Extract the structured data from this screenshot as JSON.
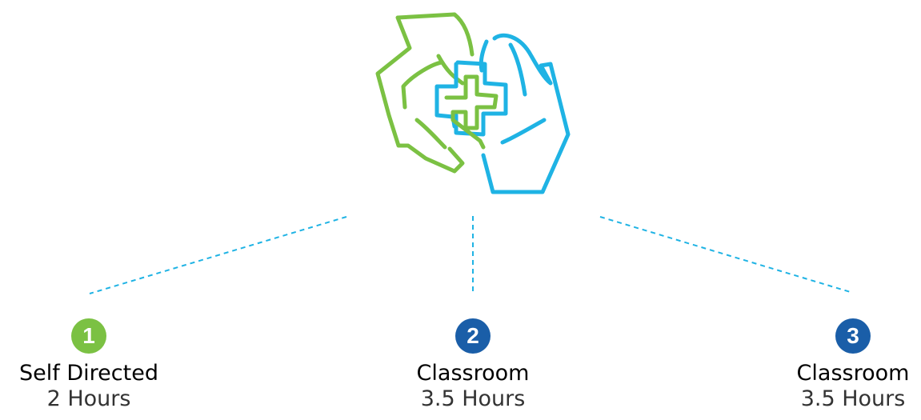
{
  "icon": "hands-holding-medical-cross-icon",
  "colors": {
    "green": "#7bc143",
    "blue": "#1fb3e4",
    "badge_blue": "#1a5ea8",
    "connector": "#1fb3e4"
  },
  "steps": [
    {
      "number": "1",
      "title": "Self Directed",
      "duration": "2 Hours",
      "badge_color": "#7bc143"
    },
    {
      "number": "2",
      "title": "Classroom",
      "duration": "3.5 Hours",
      "badge_color": "#1a5ea8"
    },
    {
      "number": "3",
      "title": "Classroom",
      "duration": "3.5 Hours",
      "badge_color": "#1a5ea8"
    }
  ]
}
